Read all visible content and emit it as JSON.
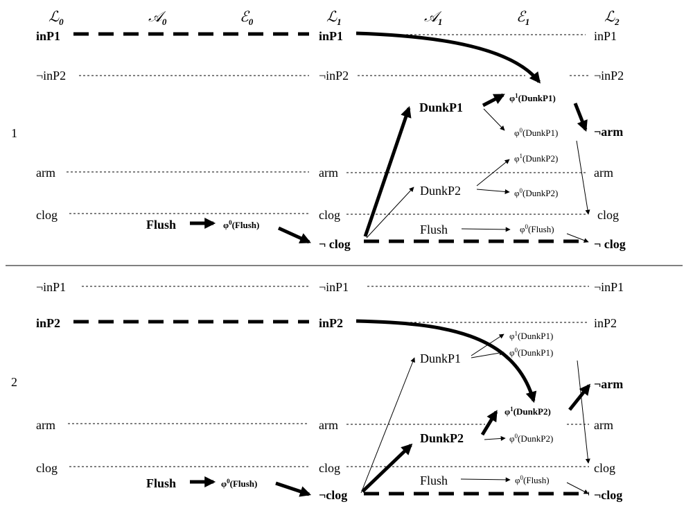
{
  "headers": {
    "L0": {
      "main": "ℒ",
      "sub": "0"
    },
    "A0": {
      "main": "𝒜",
      "sub": "0"
    },
    "E0": {
      "main": "ℰ",
      "sub": "0"
    },
    "L1": {
      "main": "ℒ",
      "sub": "1"
    },
    "A1": {
      "main": "𝒜",
      "sub": "1"
    },
    "E1": {
      "main": "ℰ",
      "sub": "1"
    },
    "L2": {
      "main": "ℒ",
      "sub": "2"
    }
  },
  "section1": {
    "number": "1",
    "L0": {
      "inP1": "inP1",
      "notInP2": "¬inP2",
      "arm": "arm",
      "clog": "clog"
    },
    "L1": {
      "inP1": "inP1",
      "notInP2": "¬inP2",
      "arm": "arm",
      "clog": "clog",
      "notClog": "¬ clog"
    },
    "L2": {
      "inP1": "inP1",
      "notInP2": "¬inP2",
      "notArm": "¬arm",
      "arm": "arm",
      "clog": "clog",
      "notClog": "¬ clog"
    },
    "A0": {
      "flush": "Flush"
    },
    "E0": {
      "phiFlush": {
        "pre": "φ",
        "sup": "0",
        "post": "(Flush)"
      }
    },
    "A1": {
      "dunkP1": "DunkP1",
      "dunkP2": "DunkP2",
      "flush": "Flush"
    },
    "E1": {
      "phi1DunkP1": {
        "pre": "φ",
        "sup": "1",
        "post": "(DunkP1)"
      },
      "phi0DunkP1": {
        "pre": "φ",
        "sup": "0",
        "post": "(DunkP1)"
      },
      "phi1DunkP2": {
        "pre": "φ",
        "sup": "1",
        "post": "(DunkP2)"
      },
      "phi0DunkP2": {
        "pre": "φ",
        "sup": "0",
        "post": "(DunkP2)"
      },
      "phi0Flush": {
        "pre": "φ",
        "sup": "0",
        "post": "(Flush)"
      }
    }
  },
  "section2": {
    "number": "2",
    "L0": {
      "notInP1": "¬inP1",
      "inP2": "inP2",
      "arm": "arm",
      "clog": "clog"
    },
    "L1": {
      "notInP1": "¬inP1",
      "inP2": "inP2",
      "arm": "arm",
      "clog": "clog",
      "notClog": "¬clog"
    },
    "L2": {
      "notInP1": "¬inP1",
      "inP2": "inP2",
      "notArm": "¬arm",
      "arm": "arm",
      "clog": "clog",
      "notClog": "¬clog"
    },
    "A0": {
      "flush": "Flush"
    },
    "E0": {
      "phiFlush": {
        "pre": "φ",
        "sup": "0",
        "post": "(Flush)"
      }
    },
    "A1": {
      "dunkP1": "DunkP1",
      "dunkP2": "DunkP2",
      "flush": "Flush"
    },
    "E1": {
      "phi1DunkP1": {
        "pre": "φ",
        "sup": "1",
        "post": "(DunkP1)"
      },
      "phi0DunkP1": {
        "pre": "φ",
        "sup": "0",
        "post": "(DunkP1)"
      },
      "phi1DunkP2": {
        "pre": "φ",
        "sup": "1",
        "post": "(DunkP2)"
      },
      "phi0DunkP2": {
        "pre": "φ",
        "sup": "0",
        "post": "(DunkP2)"
      },
      "phi0Flush": {
        "pre": "φ",
        "sup": "0",
        "post": "(Flush)"
      }
    }
  }
}
